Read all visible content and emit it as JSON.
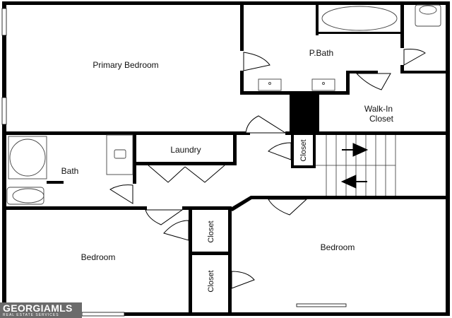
{
  "rooms": {
    "primary_bedroom": "Primary Bedroom",
    "primary_bath": "P.Bath",
    "walk_in_closet_line1": "Walk-In",
    "walk_in_closet_line2": "Closet",
    "laundry": "Laundry",
    "bath": "Bath",
    "hall_closet": "Closet",
    "bedroom_left": "Bedroom",
    "bedroom_right": "Bedroom",
    "closet_middle_upper": "Closet",
    "closet_middle_lower": "Closet"
  },
  "watermark": {
    "brand": "GEORGIAMLS",
    "tagline": "REAL ESTATE SERVICES"
  },
  "colors": {
    "wall": "#000000",
    "fixture_stroke": "#444444",
    "fixture_fill": "#ffffff",
    "watermark_bg": "#6b6b6b"
  }
}
